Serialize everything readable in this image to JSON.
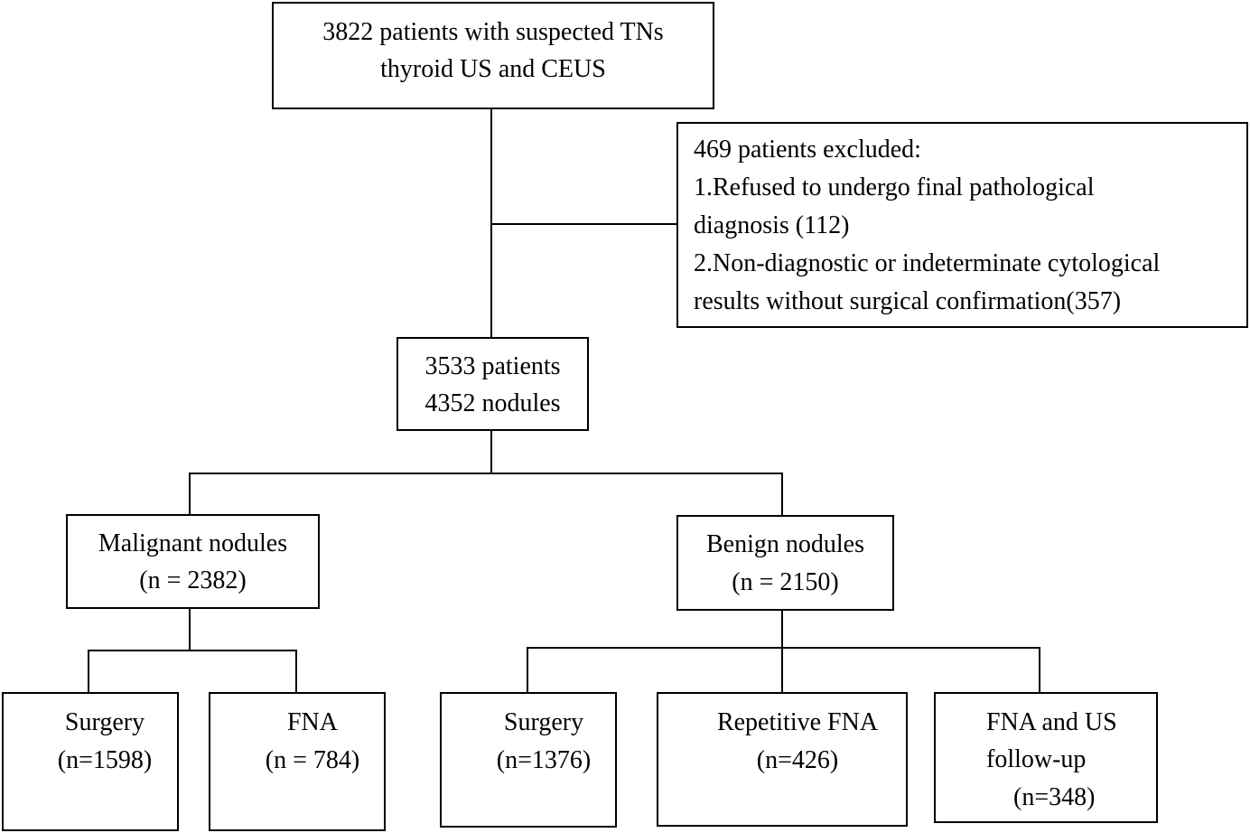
{
  "flowchart": {
    "start": {
      "line1": "3822 patients with suspected TNs",
      "line2": "thyroid US and CEUS"
    },
    "excluded": {
      "heading": "469 patients excluded:",
      "item1_line1": "1.Refused to undergo final pathological",
      "item1_line2": "diagnosis (112)",
      "item2_line1": "2.Non-diagnostic or indeterminate cytological",
      "item2_line2": "results without surgical confirmation(357)"
    },
    "included": {
      "line1": "3533 patients",
      "line2": "4352 nodules"
    },
    "malignant": {
      "label": "Malignant nodules",
      "count": "(n = 2382)",
      "surgery": {
        "label": "Surgery",
        "count": "(n=1598)"
      },
      "fna": {
        "label": "FNA",
        "count": "(n = 784)"
      }
    },
    "benign": {
      "label": "Benign nodules",
      "count": "(n = 2150)",
      "surgery": {
        "label": "Surgery",
        "count": "(n=1376)"
      },
      "repetitive_fna": {
        "label": "Repetitive FNA",
        "count": "(n=426)"
      },
      "followup": {
        "line1": "FNA and US",
        "line2": "follow-up",
        "count": "(n=348)"
      }
    }
  }
}
